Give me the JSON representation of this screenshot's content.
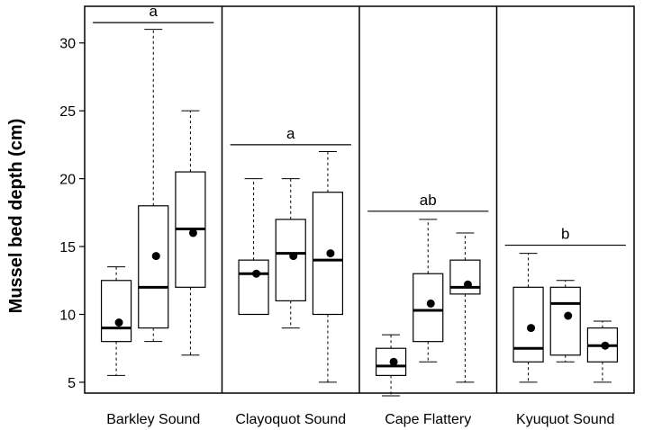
{
  "chart_data": {
    "type": "box",
    "ylabel": "Mussel bed depth (cm)",
    "xlabel": "",
    "ylim": [
      4.2,
      32.7
    ],
    "yticks": [
      5,
      10,
      15,
      20,
      25,
      30
    ],
    "grid": false,
    "legend": "none",
    "groups": [
      {
        "name": "Barkley Sound",
        "letter": "a",
        "letter_line_y": 31.5,
        "boxes": [
          {
            "whisker_low": 5.5,
            "q1": 8.0,
            "median": 9.0,
            "q3": 12.5,
            "whisker_high": 13.5,
            "mean": 9.4
          },
          {
            "whisker_low": 8.0,
            "q1": 9.0,
            "median": 12.0,
            "q3": 18.0,
            "whisker_high": 31.0,
            "mean": 14.3
          },
          {
            "whisker_low": 7.0,
            "q1": 12.0,
            "median": 16.3,
            "q3": 20.5,
            "whisker_high": 25.0,
            "mean": 16.0
          }
        ]
      },
      {
        "name": "Clayoquot Sound",
        "letter": "a",
        "letter_line_y": 22.5,
        "boxes": [
          {
            "whisker_low": 10.0,
            "q1": 10.0,
            "median": 13.0,
            "q3": 14.0,
            "whisker_high": 20.0,
            "mean": 13.0
          },
          {
            "whisker_low": 9.0,
            "q1": 11.0,
            "median": 14.5,
            "q3": 17.0,
            "whisker_high": 20.0,
            "mean": 14.3
          },
          {
            "whisker_low": 5.0,
            "q1": 10.0,
            "median": 14.0,
            "q3": 19.0,
            "whisker_high": 22.0,
            "mean": 14.5
          }
        ]
      },
      {
        "name": "Cape Flattery",
        "letter": "ab",
        "letter_line_y": 17.6,
        "boxes": [
          {
            "whisker_low": 4.0,
            "q1": 5.5,
            "median": 6.2,
            "q3": 7.5,
            "whisker_high": 8.5,
            "mean": 6.5
          },
          {
            "whisker_low": 6.5,
            "q1": 8.0,
            "median": 10.3,
            "q3": 13.0,
            "whisker_high": 17.0,
            "mean": 10.8
          },
          {
            "whisker_low": 5.0,
            "q1": 11.5,
            "median": 12.0,
            "q3": 14.0,
            "whisker_high": 16.0,
            "mean": 12.2
          }
        ]
      },
      {
        "name": "Kyuquot Sound",
        "letter": "b",
        "letter_line_y": 15.1,
        "boxes": [
          {
            "whisker_low": 5.0,
            "q1": 6.5,
            "median": 7.5,
            "q3": 12.0,
            "whisker_high": 14.5,
            "mean": 9.0
          },
          {
            "whisker_low": 6.5,
            "q1": 7.0,
            "median": 10.8,
            "q3": 12.0,
            "whisker_high": 12.5,
            "mean": 9.9
          },
          {
            "whisker_low": 5.0,
            "q1": 6.5,
            "median": 7.7,
            "q3": 9.0,
            "whisker_high": 9.5,
            "mean": 7.7
          }
        ]
      }
    ]
  }
}
